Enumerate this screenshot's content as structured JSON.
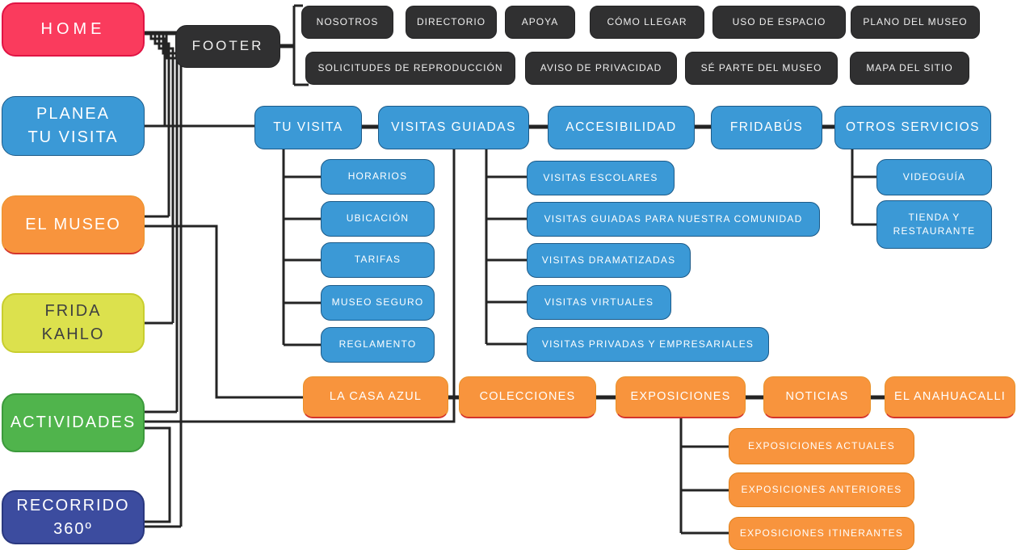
{
  "colors": {
    "home_pink": "#fa3b5d",
    "section_blue": "#3b99d6",
    "section_orange": "#f8943d",
    "section_yellow": "#dce14d",
    "section_green": "#50b44c",
    "section_navy": "#3c4c9f",
    "footer_dark": "#303031",
    "connector_line": "#242424"
  },
  "main_nav": [
    {
      "id": "home",
      "label": "HOME"
    },
    {
      "id": "planea-tu-visita",
      "label": "PLANEA\nTU VISITA"
    },
    {
      "id": "el-museo",
      "label": "EL MUSEO"
    },
    {
      "id": "frida-kahlo",
      "label": "FRIDA\nKAHLO"
    },
    {
      "id": "actividades",
      "label": "ACTIVIDADES"
    },
    {
      "id": "recorrido-360",
      "label": "RECORRIDO\n360º"
    }
  ],
  "footer": {
    "label": "FOOTER",
    "links_row1": [
      "NOSOTROS",
      "DIRECTORIO",
      "APOYA",
      "CÓMO LLEGAR",
      "USO DE ESPACIO",
      "PLANO DEL MUSEO"
    ],
    "links_row2": [
      "SOLICITUDES DE REPRODUCCIÓN",
      "AVISO DE PRIVACIDAD",
      "SÉ PARTE DEL MUSEO",
      "MAPA DEL SITIO"
    ]
  },
  "planea_section": {
    "row": [
      "TU VISITA",
      "VISITAS GUIADAS",
      "ACCESIBILIDAD",
      "FRIDABÚS",
      "OTROS SERVICIOS"
    ],
    "tu_visita_children": [
      "HORARIOS",
      "UBICACIÓN",
      "TARIFAS",
      "MUSEO SEGURO",
      "REGLAMENTO"
    ],
    "visitas_guiadas_children": [
      "VISITAS ESCOLARES",
      "VISITAS GUIADAS PARA NUESTRA COMUNIDAD",
      "VISITAS DRAMATIZADAS",
      "VISITAS VIRTUALES",
      "VISITAS PRIVADAS Y EMPRESARIALES"
    ],
    "otros_servicios_children": [
      "VIDEOGUÍA",
      "TIENDA Y\nRESTAURANTE"
    ]
  },
  "museo_section": {
    "row": [
      "LA CASA AZUL",
      "COLECCIONES",
      "EXPOSICIONES",
      "NOTICIAS",
      "EL ANAHUACALLI"
    ],
    "exposiciones_children": [
      "EXPOSICIONES ACTUALES",
      "EXPOSICIONES ANTERIORES",
      "EXPOSICIONES ITINERANTES"
    ]
  }
}
